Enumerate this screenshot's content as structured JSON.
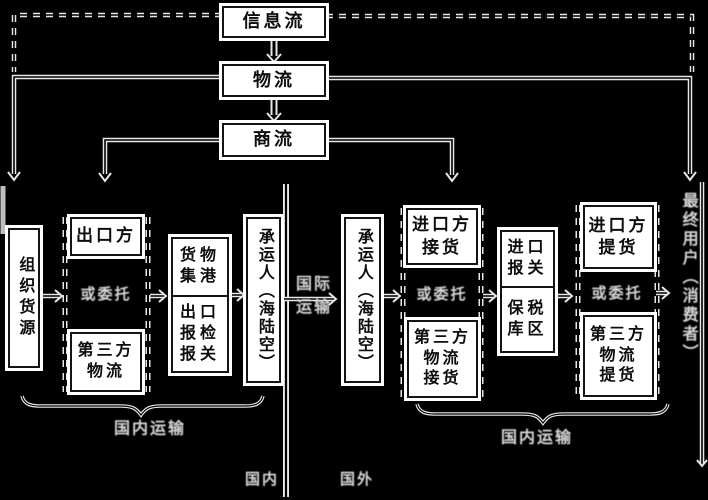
{
  "diagram": {
    "top": {
      "info": "信息流",
      "logistics": "物流",
      "commerce": "商流"
    },
    "export": {
      "organize": "组织货源",
      "exporter": "出口方",
      "entrust": "或委托",
      "tpl": "第三方\n物流",
      "gather": "货物\n集港",
      "declare": "出口\n报检\n报关",
      "carrier": "承运人（海陆空）",
      "domestic": "国内运输"
    },
    "middle": {
      "intl": "国际\n运输",
      "inside": "国内",
      "outside": "国外"
    },
    "import": {
      "carrier": "承运人（海陆空）",
      "receive": "进口方\n接货",
      "entrust": "或委托",
      "tpl_receive": "第三方\n物流\n接货",
      "customs": "进口\n报关",
      "bonded": "保税\n库区",
      "pickup": "进口方\n提货",
      "entrust2": "或委托",
      "tpl_pickup": "第三方\n物流\n提货",
      "domestic": "国内运输",
      "final_user": "最终用户（消费者）"
    },
    "colors": {
      "background": "#000000",
      "box_fill": "#ffffff",
      "box_border": "#141414",
      "line": "#e8e8e8",
      "light_text": "#d6d6d6"
    }
  }
}
